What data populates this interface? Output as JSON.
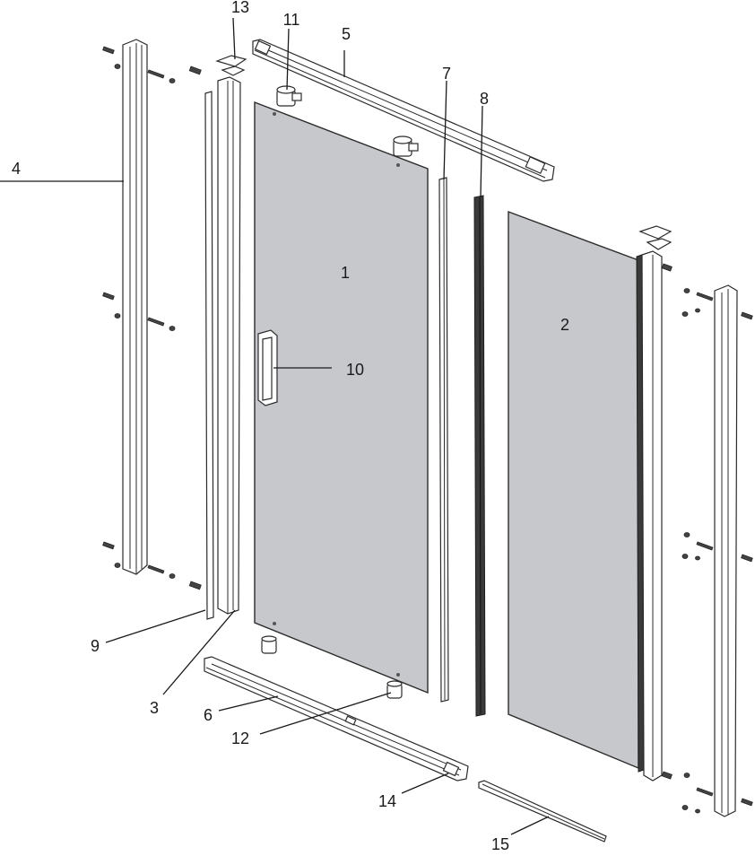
{
  "diagram": {
    "labels": [
      {
        "id": "1",
        "text": "1"
      },
      {
        "id": "2",
        "text": "2"
      },
      {
        "id": "3",
        "text": "3"
      },
      {
        "id": "4",
        "text": "4"
      },
      {
        "id": "5",
        "text": "5"
      },
      {
        "id": "6",
        "text": "6"
      },
      {
        "id": "7",
        "text": "7"
      },
      {
        "id": "8",
        "text": "8"
      },
      {
        "id": "9",
        "text": "9"
      },
      {
        "id": "10",
        "text": "10"
      },
      {
        "id": "11",
        "text": "11"
      },
      {
        "id": "12",
        "text": "12"
      },
      {
        "id": "13",
        "text": "13"
      },
      {
        "id": "14",
        "text": "14"
      },
      {
        "id": "15",
        "text": "15"
      }
    ],
    "colors": {
      "glass": "#c6c8cc",
      "outline": "#2b2b2b",
      "seal": "#3a3a3a",
      "background": "#ffffff"
    }
  }
}
